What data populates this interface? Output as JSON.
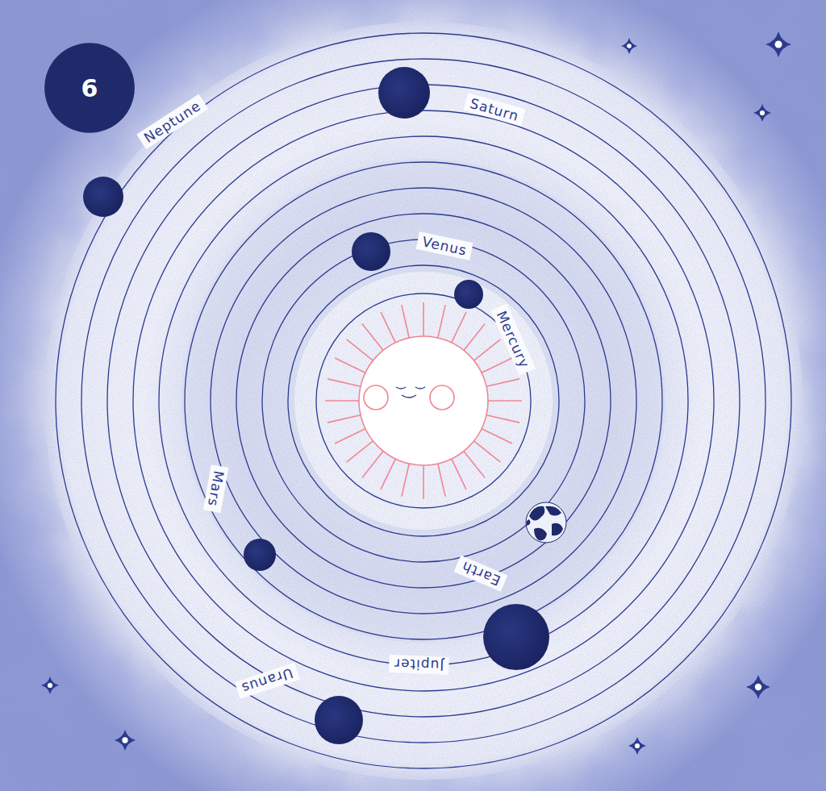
{
  "diagram": {
    "nodes": [
      {
        "text": [
          "6"
        ]
      }
    ],
    "labels": [
      "Neptune",
      "Saturn",
      "Venus",
      "Mercury",
      "Mars",
      "Earth",
      "Jupiter",
      "Uranus"
    ]
  }
}
